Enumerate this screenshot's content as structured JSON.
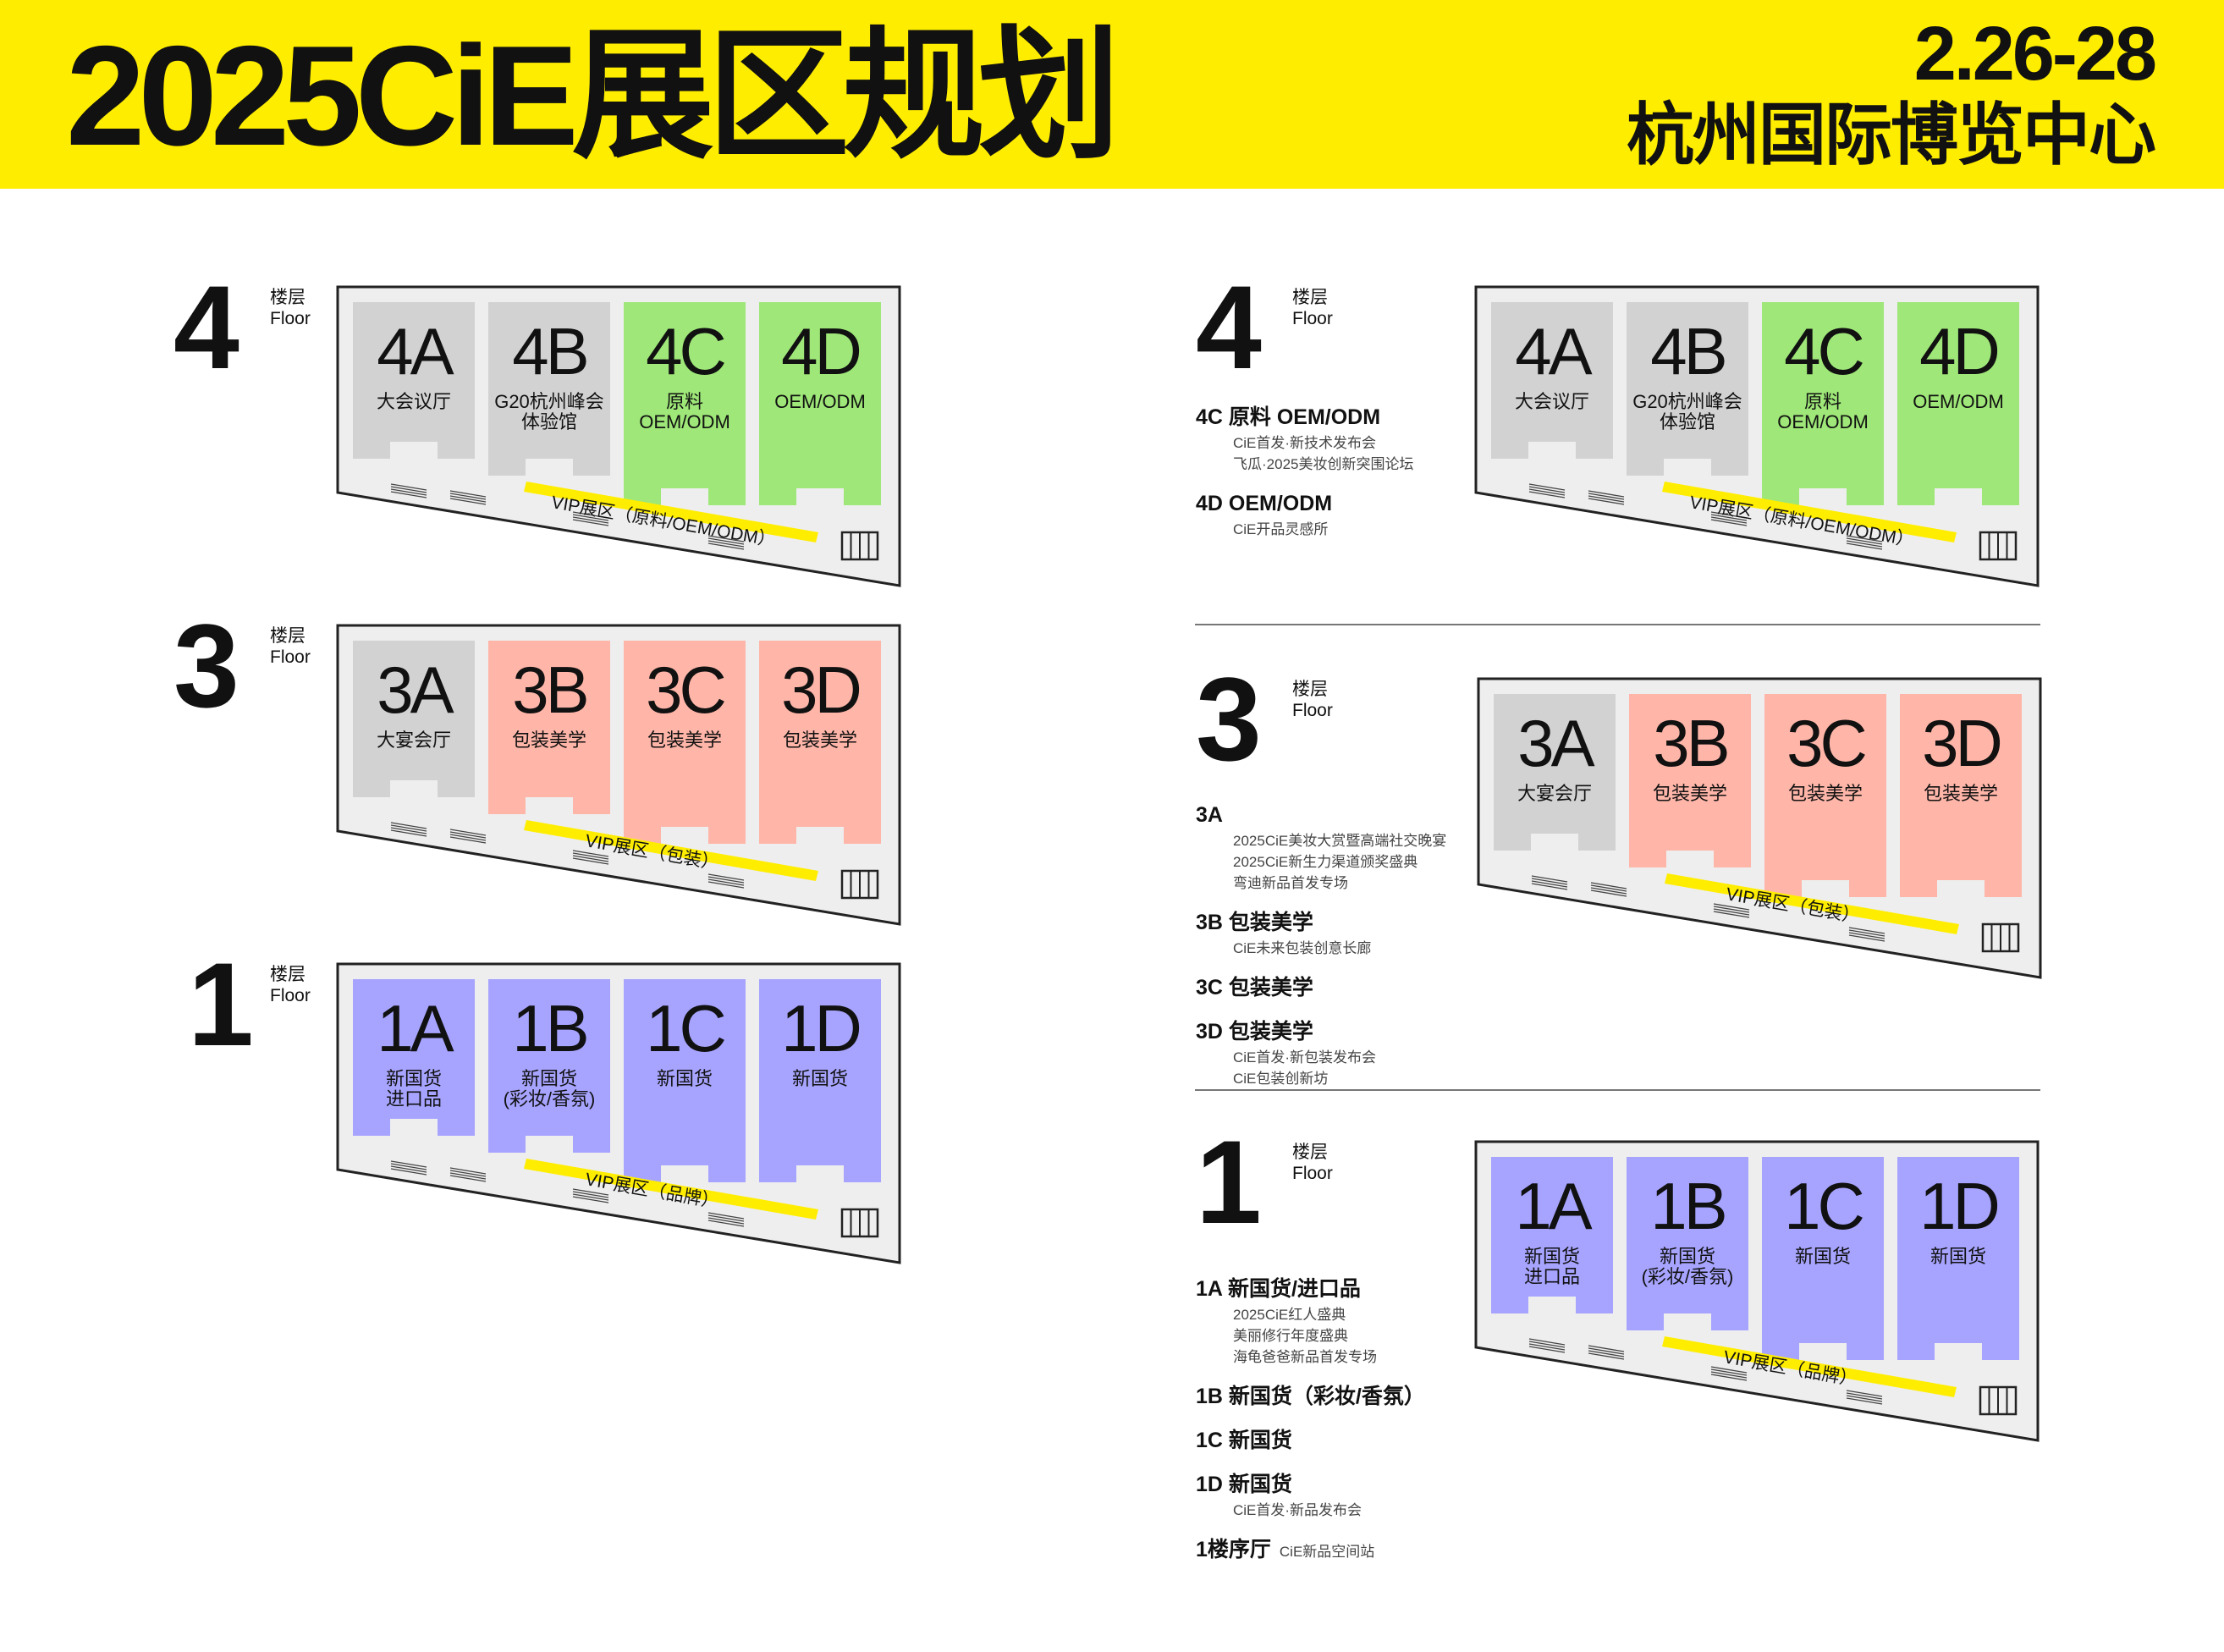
{
  "header": {
    "title": "2025CiE展区规划",
    "date": "2.26-28",
    "venue": "杭州国际博览中心"
  },
  "floor_label": {
    "cn": "楼层",
    "en": "Floor"
  },
  "floors": [
    {
      "id": "4",
      "vip": "VIP展区（原料/OEM/ODM）",
      "zones": [
        {
          "code": "4A",
          "desc": "大会议厅",
          "color": "#d2d2d2"
        },
        {
          "code": "4B",
          "desc": "G20杭州峰会\n体验馆",
          "color": "#d2d2d2"
        },
        {
          "code": "4C",
          "desc": "原料\nOEM/ODM",
          "color": "#9ee778"
        },
        {
          "code": "4D",
          "desc": "OEM/ODM",
          "color": "#9ee778"
        }
      ]
    },
    {
      "id": "3",
      "vip": "VIP展区（包装）",
      "zones": [
        {
          "code": "3A",
          "desc": "大宴会厅",
          "color": "#d2d2d2"
        },
        {
          "code": "3B",
          "desc": "包装美学",
          "color": "#ffb6a9"
        },
        {
          "code": "3C",
          "desc": "包装美学",
          "color": "#ffb6a9"
        },
        {
          "code": "3D",
          "desc": "包装美学",
          "color": "#ffb6a9"
        }
      ]
    },
    {
      "id": "1",
      "vip": "VIP展区（品牌）",
      "zones": [
        {
          "code": "1A",
          "desc": "新国货\n进口品",
          "color": "#a7a4ff"
        },
        {
          "code": "1B",
          "desc": "新国货\n(彩妆/香氛)",
          "color": "#a7a4ff"
        },
        {
          "code": "1C",
          "desc": "新国货",
          "color": "#a7a4ff"
        },
        {
          "code": "1D",
          "desc": "新国货",
          "color": "#a7a4ff"
        }
      ]
    }
  ],
  "legends": {
    "4": [
      {
        "head": "4C 原料 OEM/ODM",
        "subs": [
          "CiE首发·新技术发布会",
          "飞瓜·2025美妆创新突围论坛"
        ]
      },
      {
        "head": "4D OEM/ODM",
        "subs": [
          "CiE开品灵感所"
        ]
      }
    ],
    "3": [
      {
        "head": "3A",
        "subs": [
          "2025CiE美妆大赏暨高端社交晚宴",
          "2025CiE新生力渠道颁奖盛典",
          "弯迪新品首发专场"
        ]
      },
      {
        "head": "3B 包装美学",
        "subs": [
          "CiE未来包装创意长廊"
        ]
      },
      {
        "head": "3C 包装美学",
        "subs": []
      },
      {
        "head": "3D 包装美学",
        "subs": [
          "CiE首发·新包装发布会",
          "CiE包装创新坊"
        ]
      }
    ],
    "1": [
      {
        "head": "1A 新国货/进口品",
        "subs": [
          "2025CiE红人盛典",
          "美丽修行年度盛典",
          "海龟爸爸新品首发专场"
        ]
      },
      {
        "head": "1B 新国货（彩妆/香氛）",
        "subs": []
      },
      {
        "head": "1C 新国货",
        "subs": []
      },
      {
        "head": "1D 新国货",
        "subs": [
          "CiE首发·新品发布会"
        ]
      },
      {
        "head": "1楼序厅",
        "inline": "CiE新品空间站",
        "subs": []
      }
    ]
  }
}
